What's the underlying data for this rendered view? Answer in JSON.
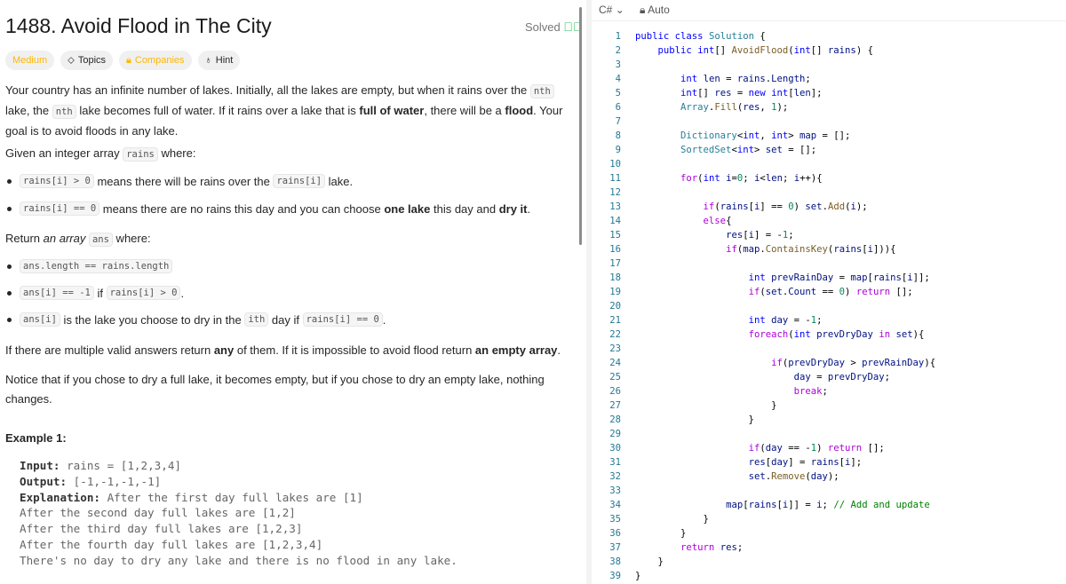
{
  "problem": {
    "title": "1488. Avoid Flood in The City",
    "solved": "Solved",
    "solved_icon": "check-circle-icon",
    "tags": {
      "difficulty": "Medium",
      "topics": "Topics",
      "companies": "Companies",
      "hint": "Hint"
    },
    "p1": {
      "a": "Your country has an infinite number of lakes. Initially, all the lakes are empty, but when it rains over the ",
      "c1": "nth",
      "b": " lake, the ",
      "c2": "nth",
      "c": " lake becomes full of water. If it rains over a lake that is ",
      "d": "full of water",
      "e": ", there will be a ",
      "f": "flood",
      "g": ". Your goal is to avoid floods in any lake."
    },
    "p2": {
      "a": "Given an integer array ",
      "c": "rains",
      "b": " where:"
    },
    "b1": {
      "c1": "rains[i] > 0",
      "a": " means there will be rains over the ",
      "c2": "rains[i]",
      "b": " lake."
    },
    "b2": {
      "c1": "rains[i] == 0",
      "a": " means there are no rains this day and you can choose ",
      "s1": "one lake",
      "b": " this day and ",
      "s2": "dry it",
      "c": "."
    },
    "p3": {
      "a": "Return ",
      "i": "an array",
      "c": "ans",
      "b": " where:"
    },
    "b3": {
      "c1": "ans.length == rains.length"
    },
    "b4": {
      "c1": "ans[i] == -1",
      "a": " if ",
      "c2": "rains[i] > 0",
      "b": "."
    },
    "b5": {
      "c1": "ans[i]",
      "a": " is the lake you choose to dry in the ",
      "c2": "ith",
      "b": " day if ",
      "c3": "rains[i] == 0",
      "c": "."
    },
    "p4": {
      "a": "If there are multiple valid answers return ",
      "s1": "any",
      "b": " of them. If it is impossible to avoid flood return ",
      "s2": "an empty array",
      "c": "."
    },
    "p5": "Notice that if you chose to dry a full lake, it becomes empty, but if you chose to dry an empty lake, nothing changes.",
    "example_title": "Example 1:",
    "example": {
      "input_label": "Input:",
      "input": " rains = [1,2,3,4]",
      "output_label": "Output:",
      "output": " [-1,-1,-1,-1]",
      "expl_label": "Explanation:",
      "expl": [
        " After the first day full lakes are [1]",
        "After the second day full lakes are [1,2]",
        "After the third day full lakes are [1,2,3]",
        "After the fourth day full lakes are [1,2,3,4]",
        "There's no day to dry any lake and there is no flood in any lake."
      ]
    }
  },
  "editor": {
    "language": "C#",
    "mode": "Auto",
    "lines": [
      [
        [
          "k",
          "public"
        ],
        [
          "pl",
          " "
        ],
        [
          "k",
          "class"
        ],
        [
          "pl",
          " "
        ],
        [
          "t",
          "Solution"
        ],
        [
          "pl",
          " {"
        ]
      ],
      [
        [
          "pl",
          "    "
        ],
        [
          "k",
          "public"
        ],
        [
          "pl",
          " "
        ],
        [
          "k",
          "int"
        ],
        [
          "pl",
          "[] "
        ],
        [
          "f",
          "AvoidFlood"
        ],
        [
          "pl",
          "("
        ],
        [
          "k",
          "int"
        ],
        [
          "pl",
          "[] "
        ],
        [
          "v",
          "rains"
        ],
        [
          "pl",
          ") {"
        ]
      ],
      [],
      [
        [
          "pl",
          "        "
        ],
        [
          "k",
          "int"
        ],
        [
          "pl",
          " "
        ],
        [
          "v",
          "len"
        ],
        [
          "pl",
          " = "
        ],
        [
          "v",
          "rains"
        ],
        [
          "pl",
          "."
        ],
        [
          "v",
          "Length"
        ],
        [
          "pl",
          ";"
        ]
      ],
      [
        [
          "pl",
          "        "
        ],
        [
          "k",
          "int"
        ],
        [
          "pl",
          "[] "
        ],
        [
          "v",
          "res"
        ],
        [
          "pl",
          " = "
        ],
        [
          "k",
          "new"
        ],
        [
          "pl",
          " "
        ],
        [
          "k",
          "int"
        ],
        [
          "pl",
          "["
        ],
        [
          "v",
          "len"
        ],
        [
          "pl",
          "];"
        ]
      ],
      [
        [
          "pl",
          "        "
        ],
        [
          "t",
          "Array"
        ],
        [
          "pl",
          "."
        ],
        [
          "f",
          "Fill"
        ],
        [
          "pl",
          "("
        ],
        [
          "v",
          "res"
        ],
        [
          "pl",
          ", "
        ],
        [
          "n",
          "1"
        ],
        [
          "pl",
          ");"
        ]
      ],
      [],
      [
        [
          "pl",
          "        "
        ],
        [
          "t",
          "Dictionary"
        ],
        [
          "pl",
          "<"
        ],
        [
          "k",
          "int"
        ],
        [
          "pl",
          ", "
        ],
        [
          "k",
          "int"
        ],
        [
          "pl",
          "> "
        ],
        [
          "v",
          "map"
        ],
        [
          "pl",
          " = [];"
        ]
      ],
      [
        [
          "pl",
          "        "
        ],
        [
          "t",
          "SortedSet"
        ],
        [
          "pl",
          "<"
        ],
        [
          "k",
          "int"
        ],
        [
          "pl",
          "> "
        ],
        [
          "v",
          "set"
        ],
        [
          "pl",
          " = [];"
        ]
      ],
      [],
      [
        [
          "pl",
          "        "
        ],
        [
          "c",
          "for"
        ],
        [
          "pl",
          "("
        ],
        [
          "k",
          "int"
        ],
        [
          "pl",
          " "
        ],
        [
          "v",
          "i"
        ],
        [
          "pl",
          "="
        ],
        [
          "n",
          "0"
        ],
        [
          "pl",
          "; "
        ],
        [
          "v",
          "i"
        ],
        [
          "pl",
          "<"
        ],
        [
          "v",
          "len"
        ],
        [
          "pl",
          "; "
        ],
        [
          "v",
          "i"
        ],
        [
          "pl",
          "++){"
        ]
      ],
      [],
      [
        [
          "pl",
          "            "
        ],
        [
          "c",
          "if"
        ],
        [
          "pl",
          "("
        ],
        [
          "v",
          "rains"
        ],
        [
          "pl",
          "["
        ],
        [
          "v",
          "i"
        ],
        [
          "pl",
          "] == "
        ],
        [
          "n",
          "0"
        ],
        [
          "pl",
          ") "
        ],
        [
          "v",
          "set"
        ],
        [
          "pl",
          "."
        ],
        [
          "f",
          "Add"
        ],
        [
          "pl",
          "("
        ],
        [
          "v",
          "i"
        ],
        [
          "pl",
          ");"
        ]
      ],
      [
        [
          "pl",
          "            "
        ],
        [
          "c",
          "else"
        ],
        [
          "pl",
          "{"
        ]
      ],
      [
        [
          "pl",
          "                "
        ],
        [
          "v",
          "res"
        ],
        [
          "pl",
          "["
        ],
        [
          "v",
          "i"
        ],
        [
          "pl",
          "] = -"
        ],
        [
          "n",
          "1"
        ],
        [
          "pl",
          ";"
        ]
      ],
      [
        [
          "pl",
          "                "
        ],
        [
          "c",
          "if"
        ],
        [
          "pl",
          "("
        ],
        [
          "v",
          "map"
        ],
        [
          "pl",
          "."
        ],
        [
          "f",
          "ContainsKey"
        ],
        [
          "pl",
          "("
        ],
        [
          "v",
          "rains"
        ],
        [
          "pl",
          "["
        ],
        [
          "v",
          "i"
        ],
        [
          "pl",
          "])){"
        ]
      ],
      [],
      [
        [
          "pl",
          "                    "
        ],
        [
          "k",
          "int"
        ],
        [
          "pl",
          " "
        ],
        [
          "v",
          "prevRainDay"
        ],
        [
          "pl",
          " = "
        ],
        [
          "v",
          "map"
        ],
        [
          "pl",
          "["
        ],
        [
          "v",
          "rains"
        ],
        [
          "pl",
          "["
        ],
        [
          "v",
          "i"
        ],
        [
          "pl",
          "]];"
        ]
      ],
      [
        [
          "pl",
          "                    "
        ],
        [
          "c",
          "if"
        ],
        [
          "pl",
          "("
        ],
        [
          "v",
          "set"
        ],
        [
          "pl",
          "."
        ],
        [
          "v",
          "Count"
        ],
        [
          "pl",
          " == "
        ],
        [
          "n",
          "0"
        ],
        [
          "pl",
          ") "
        ],
        [
          "c",
          "return"
        ],
        [
          "pl",
          " [];"
        ]
      ],
      [],
      [
        [
          "pl",
          "                    "
        ],
        [
          "k",
          "int"
        ],
        [
          "pl",
          " "
        ],
        [
          "v",
          "day"
        ],
        [
          "pl",
          " = -"
        ],
        [
          "n",
          "1"
        ],
        [
          "pl",
          ";"
        ]
      ],
      [
        [
          "pl",
          "                    "
        ],
        [
          "c",
          "foreach"
        ],
        [
          "pl",
          "("
        ],
        [
          "k",
          "int"
        ],
        [
          "pl",
          " "
        ],
        [
          "v",
          "prevDryDay"
        ],
        [
          "pl",
          " "
        ],
        [
          "c",
          "in"
        ],
        [
          "pl",
          " "
        ],
        [
          "v",
          "set"
        ],
        [
          "pl",
          "){"
        ]
      ],
      [],
      [
        [
          "pl",
          "                        "
        ],
        [
          "c",
          "if"
        ],
        [
          "pl",
          "("
        ],
        [
          "v",
          "prevDryDay"
        ],
        [
          "pl",
          " > "
        ],
        [
          "v",
          "prevRainDay"
        ],
        [
          "pl",
          "){"
        ]
      ],
      [
        [
          "pl",
          "                            "
        ],
        [
          "v",
          "day"
        ],
        [
          "pl",
          " = "
        ],
        [
          "v",
          "prevDryDay"
        ],
        [
          "pl",
          ";"
        ]
      ],
      [
        [
          "pl",
          "                            "
        ],
        [
          "c",
          "break"
        ],
        [
          "pl",
          ";"
        ]
      ],
      [
        [
          "pl",
          "                        }"
        ]
      ],
      [
        [
          "pl",
          "                    }"
        ]
      ],
      [],
      [
        [
          "pl",
          "                    "
        ],
        [
          "c",
          "if"
        ],
        [
          "pl",
          "("
        ],
        [
          "v",
          "day"
        ],
        [
          "pl",
          " == -"
        ],
        [
          "n",
          "1"
        ],
        [
          "pl",
          ") "
        ],
        [
          "c",
          "return"
        ],
        [
          "pl",
          " [];"
        ]
      ],
      [
        [
          "pl",
          "                    "
        ],
        [
          "v",
          "res"
        ],
        [
          "pl",
          "["
        ],
        [
          "v",
          "day"
        ],
        [
          "pl",
          "] = "
        ],
        [
          "v",
          "rains"
        ],
        [
          "pl",
          "["
        ],
        [
          "v",
          "i"
        ],
        [
          "pl",
          "];"
        ]
      ],
      [
        [
          "pl",
          "                    "
        ],
        [
          "v",
          "set"
        ],
        [
          "pl",
          "."
        ],
        [
          "f",
          "Remove"
        ],
        [
          "pl",
          "("
        ],
        [
          "v",
          "day"
        ],
        [
          "pl",
          ");"
        ]
      ],
      [],
      [
        [
          "pl",
          "                "
        ],
        [
          "v",
          "map"
        ],
        [
          "pl",
          "["
        ],
        [
          "v",
          "rains"
        ],
        [
          "pl",
          "["
        ],
        [
          "v",
          "i"
        ],
        [
          "pl",
          "]] = "
        ],
        [
          "v",
          "i"
        ],
        [
          "pl",
          "; "
        ],
        [
          "m",
          "// Add and update"
        ]
      ],
      [
        [
          "pl",
          "            }"
        ]
      ],
      [
        [
          "pl",
          "        }"
        ]
      ],
      [
        [
          "pl",
          "        "
        ],
        [
          "c",
          "return"
        ],
        [
          "pl",
          " "
        ],
        [
          "v",
          "res"
        ],
        [
          "pl",
          ";"
        ]
      ],
      [
        [
          "pl",
          "    }"
        ]
      ],
      [
        [
          "pl",
          "}"
        ]
      ]
    ]
  }
}
